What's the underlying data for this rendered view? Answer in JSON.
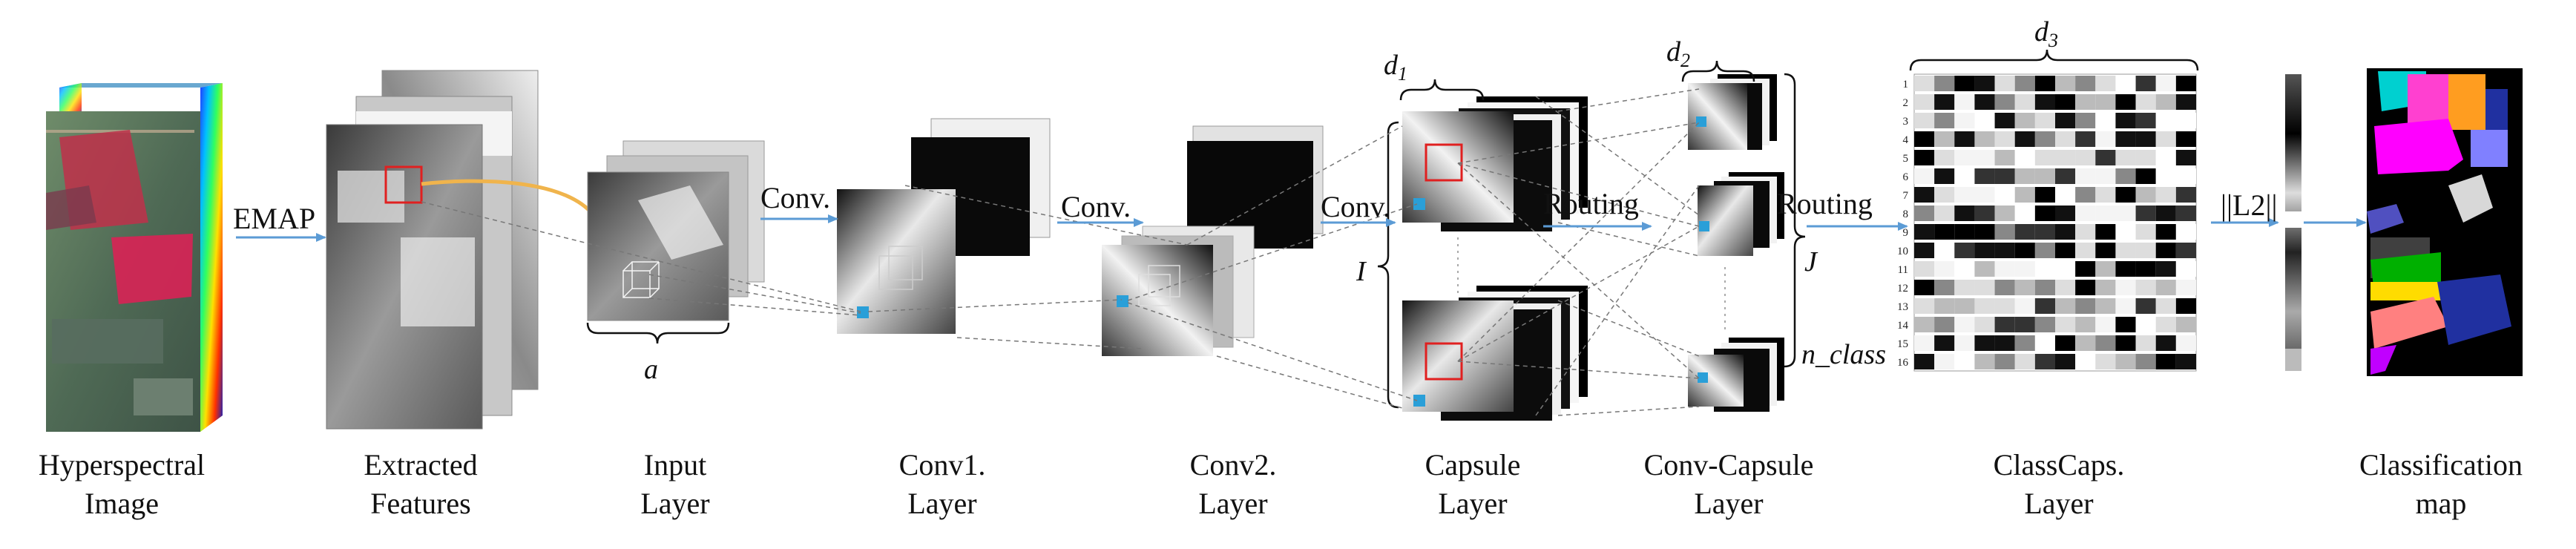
{
  "stages": {
    "hyperspectral": [
      "Hyperspectral",
      "Image"
    ],
    "extracted": [
      "Extracted",
      "Features"
    ],
    "input": [
      "Input",
      "Layer"
    ],
    "conv1": [
      "Conv1.",
      "Layer"
    ],
    "conv2": [
      "Conv2.",
      "Layer"
    ],
    "capsule": [
      "Capsule",
      "Layer"
    ],
    "convcapsule": [
      "Conv-Capsule",
      "Layer"
    ],
    "classcaps": [
      "ClassCaps.",
      "Layer"
    ],
    "classification": [
      "Classification",
      "map"
    ]
  },
  "arrows": {
    "emap": "EMAP",
    "conv_a": "Conv.",
    "conv_b": "Conv.",
    "conv_c": "Conv.",
    "routing_a": "Routing",
    "routing_b": "Routing",
    "l2norm": "||L2||"
  },
  "symbols": {
    "a": "a",
    "d1_base": "d",
    "d1_sub": "1",
    "d2_base": "d",
    "d2_sub": "2",
    "d3_base": "d",
    "d3_sub": "3",
    "I": "I",
    "J": "J",
    "n_class": "n_class"
  },
  "classcaps_rows": [
    "1",
    "2",
    "3",
    "4",
    "5",
    "6",
    "7",
    "8",
    "9",
    "10",
    "11",
    "12",
    "13",
    "14",
    "15",
    "16"
  ],
  "colors": {
    "flow_arrow": "#5b9bd5",
    "emap_curve": "#f0b44c",
    "highlight_box": "#e02020",
    "cube_marker": "#2a9fd8",
    "map_background": "#000000"
  }
}
